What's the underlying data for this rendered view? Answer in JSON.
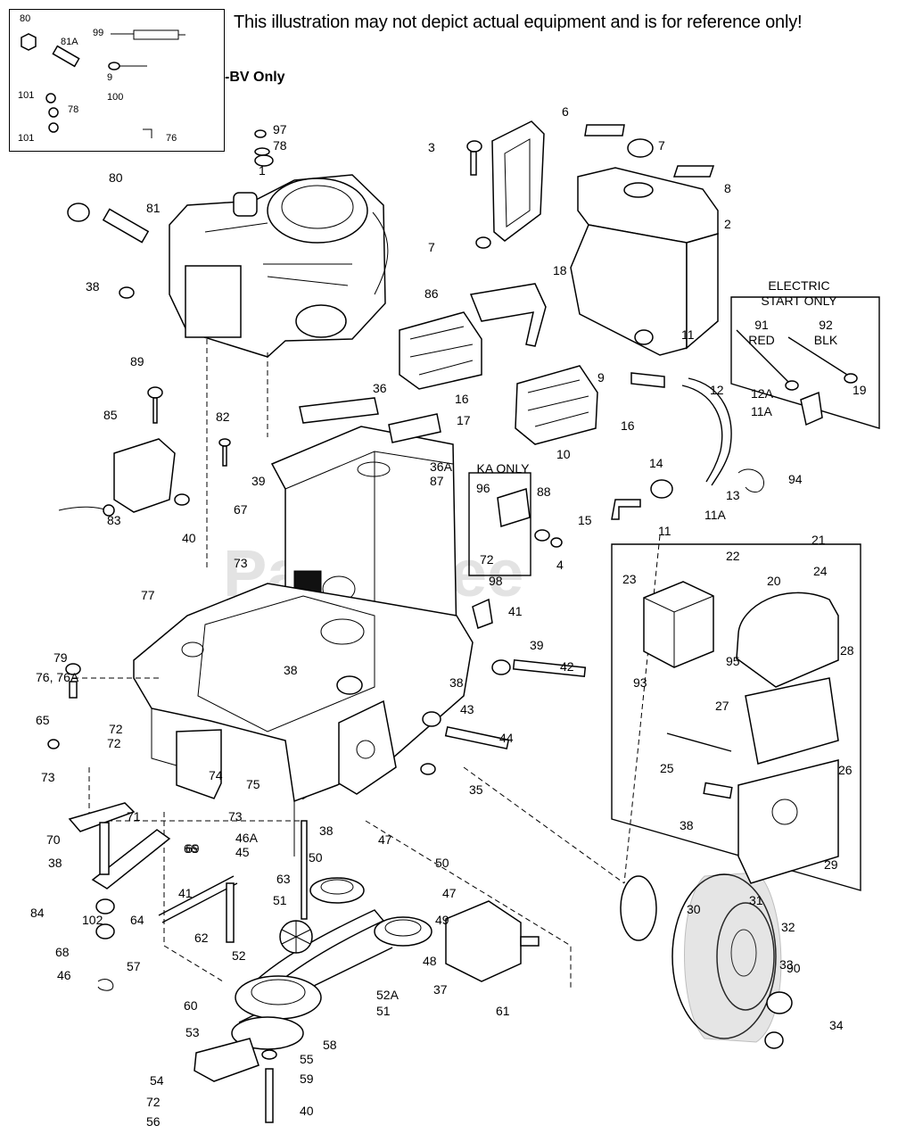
{
  "header": {
    "disclaimer": "This illustration may not depict actual equipment and is for reference only!",
    "bv_only": "-BV Only",
    "watermark": "PartsTree"
  },
  "boxes": {
    "electric_start": {
      "line1": "ELECTRIC",
      "line2": "START ONLY",
      "wire_red_num": "91",
      "wire_red_color": "RED",
      "wire_blk_num": "92",
      "wire_blk_color": "BLK"
    },
    "ka_only": "KA ONLY"
  },
  "inset_labels": [
    "80",
    "81A",
    "99",
    "101",
    "78",
    "100",
    "101",
    "76",
    "9"
  ],
  "labels": [
    "97",
    "78",
    "1",
    "80",
    "81",
    "38",
    "89",
    "85",
    "82",
    "83",
    "40",
    "39",
    "67",
    "73",
    "77",
    "79",
    "76, 76A",
    "65",
    "73",
    "72",
    "72",
    "74",
    "75",
    "73",
    "70",
    "71",
    "38",
    "69",
    "84",
    "102",
    "68",
    "46",
    "46A",
    "45",
    "38",
    "66",
    "41",
    "64",
    "57",
    "62",
    "63",
    "51",
    "50",
    "47",
    "50",
    "47",
    "49",
    "52",
    "52A",
    "51",
    "48",
    "37",
    "61",
    "60",
    "53",
    "58",
    "54",
    "55",
    "59",
    "72",
    "56",
    "40",
    "38",
    "98",
    "41",
    "38",
    "39",
    "42",
    "43",
    "44",
    "35",
    "36",
    "36A",
    "87",
    "96",
    "88",
    "72",
    "4",
    "3",
    "7",
    "6",
    "7",
    "8",
    "2",
    "86",
    "18",
    "16",
    "17",
    "16",
    "10",
    "9",
    "11",
    "12",
    "12A",
    "11A",
    "14",
    "15",
    "11A",
    "11",
    "13",
    "94",
    "19",
    "21",
    "22",
    "20",
    "23",
    "24",
    "95",
    "28",
    "93",
    "27",
    "25",
    "26",
    "38",
    "29",
    "30",
    "31",
    "32",
    "33",
    "90",
    "34"
  ]
}
